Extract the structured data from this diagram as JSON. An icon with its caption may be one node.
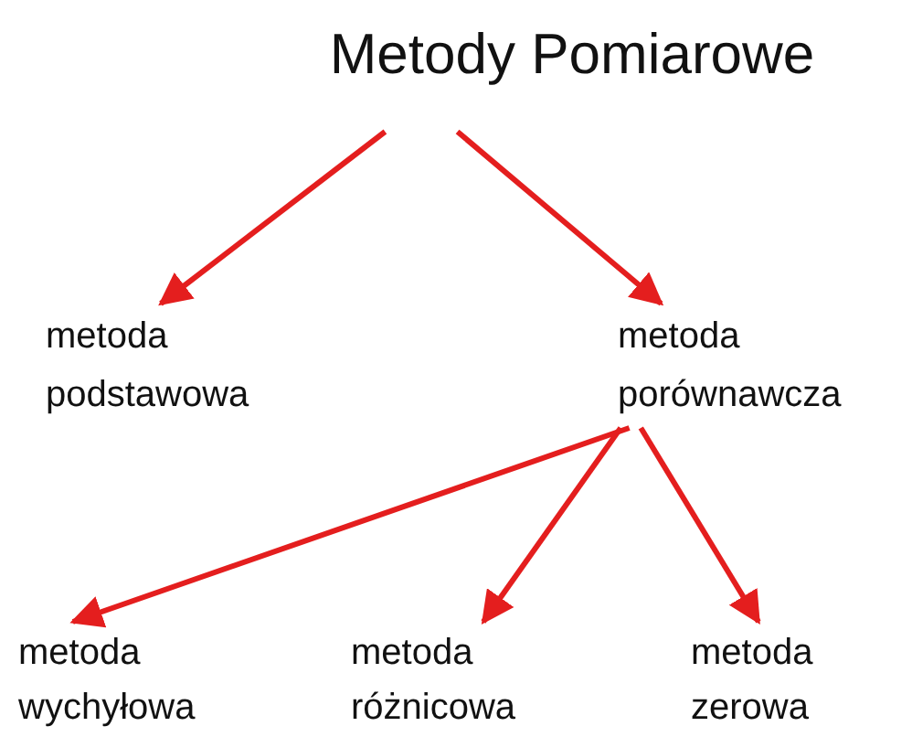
{
  "diagram": {
    "nodes": [
      {
        "text": [
          "Metody Pomiarowe"
        ]
      },
      {
        "text": [
          "metoda podstawowa"
        ]
      },
      {
        "text": [
          "metoda porównawcza"
        ]
      },
      {
        "text": [
          "metoda wychyłowa"
        ]
      },
      {
        "text": [
          "metoda różnicowa"
        ]
      },
      {
        "text": [
          "metoda zerowa"
        ]
      }
    ],
    "edges": [
      {
        "from": 0,
        "to": 1,
        "arrow": "to",
        "color": "#e41e1e"
      },
      {
        "from": 0,
        "to": 2,
        "arrow": "to",
        "color": "#e41e1e"
      },
      {
        "from": 2,
        "to": 3,
        "arrow": "to",
        "color": "#e41e1e"
      },
      {
        "from": 2,
        "to": 4,
        "arrow": "to",
        "color": "#e41e1e"
      },
      {
        "from": 2,
        "to": 5,
        "arrow": "to",
        "color": "#e41e1e"
      }
    ]
  }
}
